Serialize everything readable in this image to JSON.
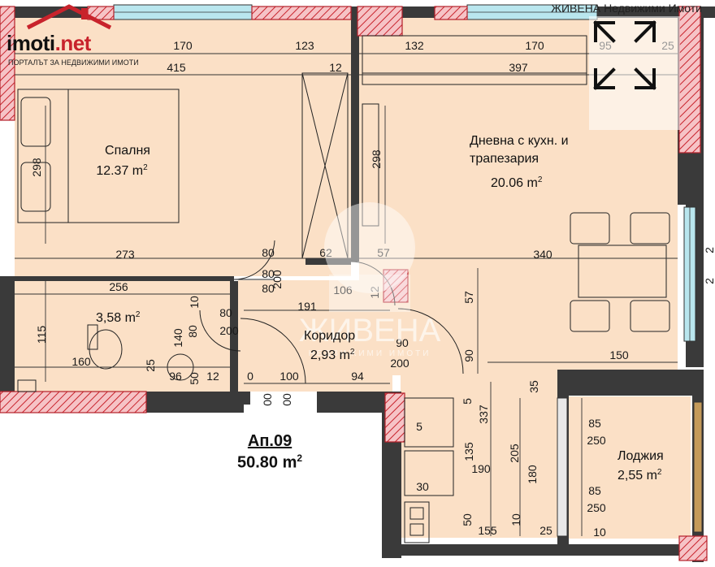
{
  "site": {
    "logo_text": "imoti",
    "logo_tld": ".net",
    "tagline": "ПОРТАЛЪТ ЗА НЕДВИЖИМИ ИМОТИ",
    "watermark_top": "ЖИВЕНА Недвижими Имоти",
    "watermark_center": "ЖИВЕНА",
    "watermark_sub": "НЕДВИЖИМИ ИМОТИ"
  },
  "apartment": {
    "number": "Ап.09",
    "area_value": "50.80 m",
    "area_sup": "2"
  },
  "rooms": {
    "bedroom": {
      "name": "Спалня",
      "area": "12.37 m",
      "sup": "2"
    },
    "living_line1": "Дневна с кухн. и",
    "living_line2": "трапезария",
    "living_area": "20.06 m",
    "living_sup": "2",
    "bathroom_area": "3,58 m",
    "bathroom_sup": "2",
    "corridor": {
      "name": "Коридор",
      "area": "2,93 m",
      "sup": "2"
    },
    "loggia": {
      "name": "Лоджия",
      "area": "2,55 m",
      "sup": "2"
    }
  },
  "dimensions": [
    "170",
    "123",
    "132",
    "170",
    "95",
    "25",
    "415",
    "12",
    "397",
    "298",
    "298",
    "273",
    "80",
    "62",
    "57",
    "340",
    "80",
    "200",
    "80",
    "106",
    "256",
    "12",
    "10",
    "191",
    "57",
    "80",
    "115",
    "140",
    "80",
    "200",
    "160",
    "25",
    "90",
    "200",
    "90",
    "150",
    "96",
    "50",
    "12",
    "0",
    "100",
    "94",
    "00",
    "00",
    "35",
    "5",
    "337",
    "5",
    "135",
    "205",
    "190",
    "180",
    "85",
    "250",
    "30",
    "50",
    "10",
    "155",
    "25",
    "85",
    "250",
    "10",
    "2",
    "2"
  ],
  "colors": {
    "floor": "#fbe0c6",
    "wall": "#3a3a3a",
    "hatch": "#c8232c",
    "window": "#b9e6ee"
  },
  "icons": [
    "roof-logo-icon",
    "expand-icon"
  ]
}
